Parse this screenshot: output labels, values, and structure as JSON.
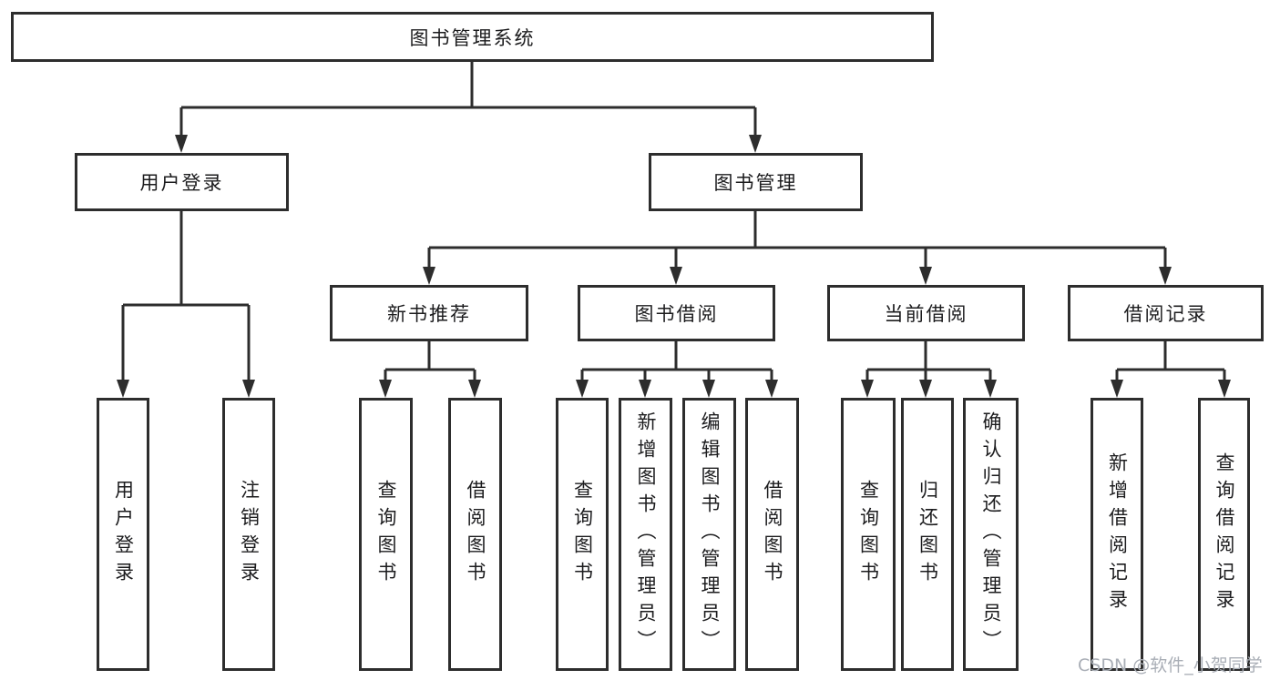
{
  "title": "图书管理系统",
  "nodes": {
    "root": "图书管理系统",
    "user_login": "用户登录",
    "book_mgmt": "图书管理",
    "new_book_rec": "新书推荐",
    "book_borrow": "图书借阅",
    "current_borrow": "当前借阅",
    "borrow_record": "借阅记录",
    "leaf_user_login": "用户登录",
    "leaf_logout": "注销登录",
    "rec_query_book": "查询图书",
    "rec_borrow_book": "借阅图书",
    "bb_query_book": "查询图书",
    "bb_add_book": "新增图书（管理员）",
    "bb_edit_book": "编辑图书（管理员）",
    "bb_borrow_book": "借阅图书",
    "cb_query_book": "查询图书",
    "cb_return_book": "归还图书",
    "cb_confirm_return": "确认归还（管理员）",
    "br_add_record": "新增借阅记录",
    "br_query_record": "查询借阅记录"
  },
  "hierarchy": [
    {
      "parent": "图书管理系统",
      "children": [
        "用户登录",
        "图书管理"
      ]
    },
    {
      "parent": "用户登录",
      "children": [
        "用户登录",
        "注销登录"
      ]
    },
    {
      "parent": "图书管理",
      "children": [
        "新书推荐",
        "图书借阅",
        "当前借阅",
        "借阅记录"
      ]
    },
    {
      "parent": "新书推荐",
      "children": [
        "查询图书",
        "借阅图书"
      ]
    },
    {
      "parent": "图书借阅",
      "children": [
        "查询图书",
        "新增图书（管理员）",
        "编辑图书（管理员）",
        "借阅图书"
      ]
    },
    {
      "parent": "当前借阅",
      "children": [
        "查询图书",
        "归还图书",
        "确认归还（管理员）"
      ]
    },
    {
      "parent": "借阅记录",
      "children": [
        "新增借阅记录",
        "查询借阅记录"
      ]
    }
  ],
  "watermark": "CSDN @软件_小贺同学",
  "colors": {
    "line": "#2d2d2d",
    "text": "#1c1c1e",
    "watermark": "#a9aeb6",
    "background": "#ffffff"
  }
}
